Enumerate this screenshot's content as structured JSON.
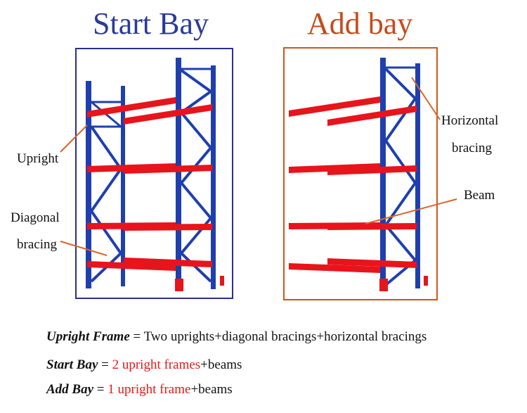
{
  "titles": {
    "start": "Start Bay",
    "add": "Add bay",
    "start_color": "#2b3a9a",
    "add_color": "#c64a1a"
  },
  "labels": {
    "upright": "Upright",
    "diagonal_1": "Diagonal",
    "diagonal_2": "bracing",
    "horizontal_1": "Horizontal",
    "horizontal_2": "bracing",
    "beam": "Beam"
  },
  "formulas": {
    "upright_frame": {
      "term": "Upright Frame",
      "eq": " = ",
      "rest": "Two uprights+diagonal bracings+horizontal bracings"
    },
    "start_bay": {
      "term": "Start Bay",
      "eq": " = ",
      "red": "2 upright frames",
      "rest": "+beams"
    },
    "add_bay": {
      "term": "Add Bay",
      "eq": " = ",
      "red": "1 upright frame",
      "rest": "+beams"
    }
  },
  "colors": {
    "upright": "#1f3fae",
    "beam": "#e8141b",
    "leader": "#d9652a"
  }
}
